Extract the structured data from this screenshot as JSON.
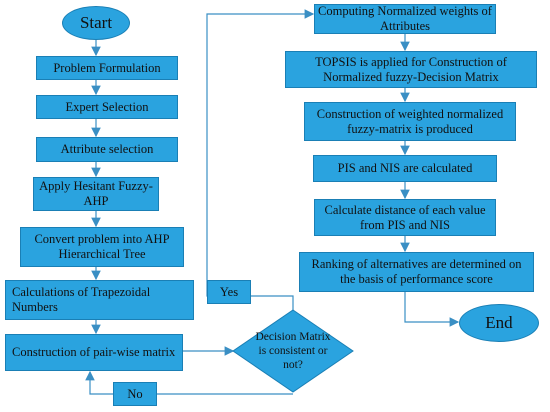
{
  "nodes": {
    "start": "Start",
    "problem_formulation": "Problem Formulation",
    "expert_selection": "Expert Selection",
    "attribute_selection": "Attribute selection",
    "apply_hfahp": "Apply Hesitant Fuzzy-AHP",
    "convert_problem": "Convert problem into AHP  Hierarchical Tree",
    "trapezoidal": "Calculations of Trapezoidal Numbers",
    "pairwise": "Construction of pair-wise matrix",
    "decision": "Decision Matrix is consistent or not?",
    "normalized_weights": "Computing Normalized weights of Attributes",
    "topsis": "TOPSIS is applied for Construction of Normalized fuzzy-Decision Matrix",
    "weighted_matrix": "Construction of weighted normalized fuzzy-matrix is produced",
    "pis_nis": "PIS and NIS are calculated",
    "distance": "Calculate distance of each value from PIS and NIS",
    "ranking": "Ranking of alternatives are determined on the basis of performance score",
    "end": "End"
  },
  "edge_labels": {
    "yes": "Yes",
    "no": "No"
  },
  "colors": {
    "fill": "#2aa3df",
    "border": "#1a7fb5",
    "line": "#3a8fc4"
  }
}
